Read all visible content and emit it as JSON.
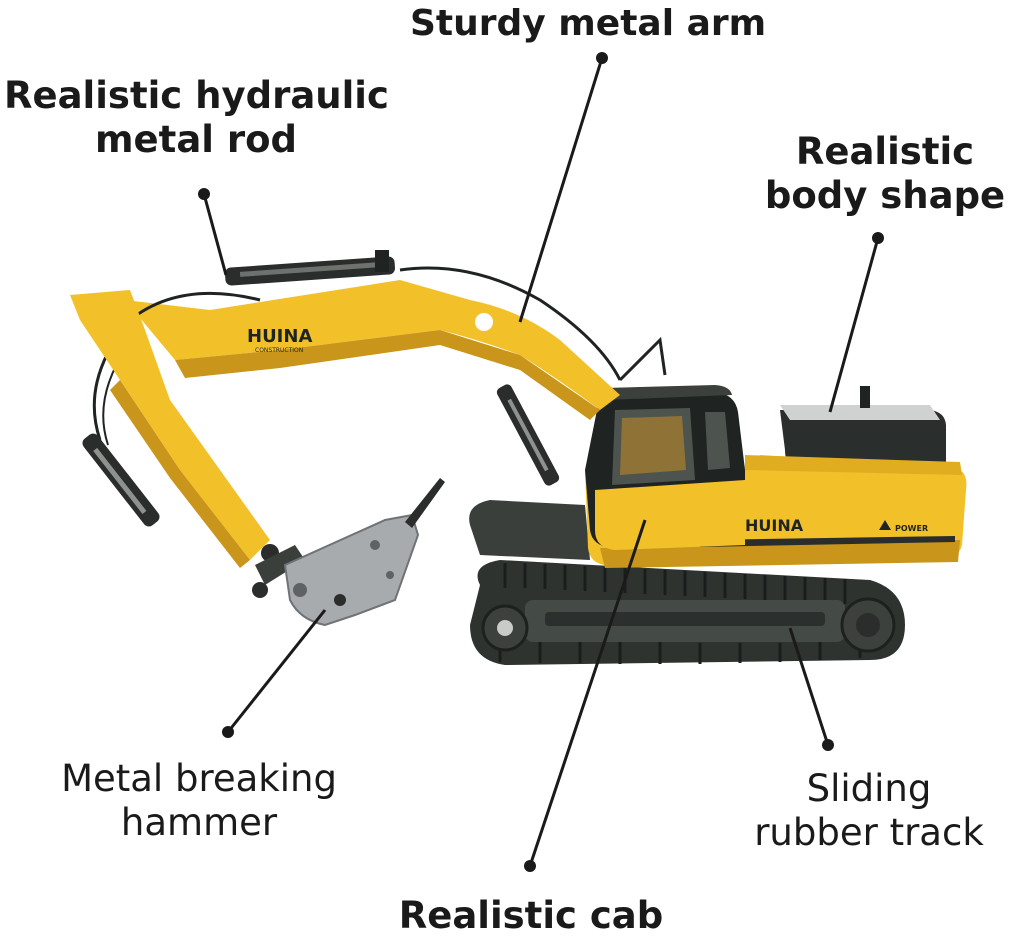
{
  "colors": {
    "body_yellow": "#f2c12a",
    "yellow_shadow": "#c9951a",
    "track_dark": "#2e3330",
    "cab_dark": "#1f2321",
    "hammer_silver": "#a7abae",
    "text": "#1a1a1a"
  },
  "callouts": {
    "arm": {
      "line1": "Sturdy metal arm"
    },
    "rod": {
      "line1": "Realistic hydraulic",
      "line2": "metal rod"
    },
    "body": {
      "line1": "Realistic",
      "line2": "body shape"
    },
    "hammer": {
      "line1": "Metal breaking",
      "line2": "hammer"
    },
    "track": {
      "line1": "Sliding",
      "line2": "rubber track"
    },
    "cab": {
      "line1": "Realistic cab"
    }
  },
  "branding": {
    "boom_logo": "HUINA",
    "boom_sub": "CONSTRUCTION",
    "body_logo": "HUINA",
    "body_power": "POWER"
  }
}
